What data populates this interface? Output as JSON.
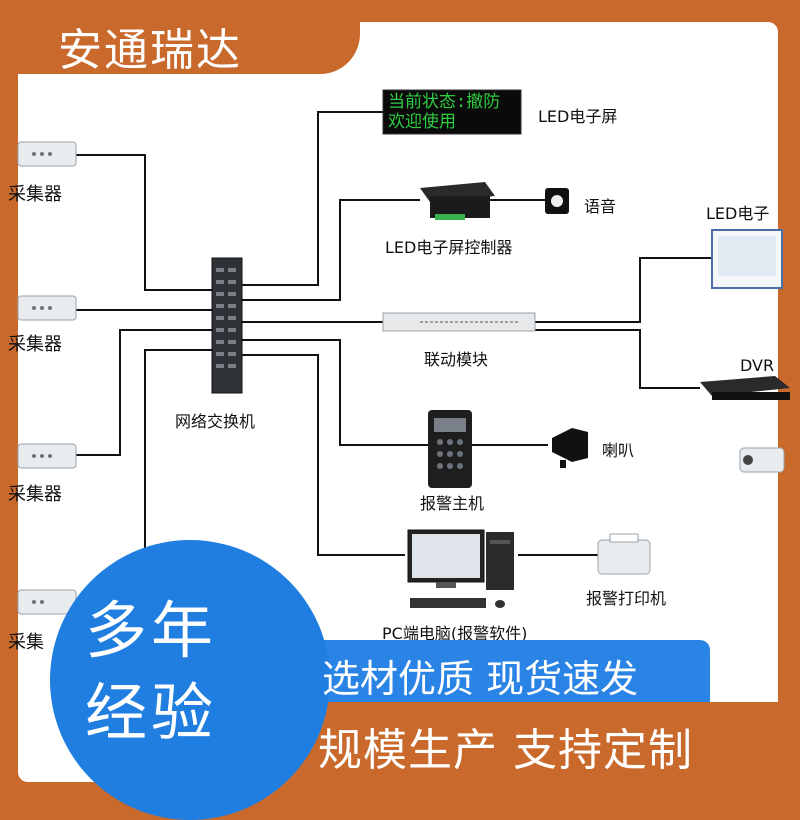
{
  "brand": "安通瑞达",
  "diagram": {
    "led_screen_display": [
      "当前状态:撤防",
      "欢迎使用"
    ],
    "labels": {
      "led_screen": "LED电子屏",
      "led_controller": "LED电子屏控制器",
      "voice": "语音",
      "led_screen_right": "LED电子",
      "linkage_module": "联动模块",
      "dvr": "DVR",
      "network_switch": "网络交换机",
      "alarm_host": "报警主机",
      "horn": "喇叭",
      "pc": "PC端电脑(报警软件)",
      "printer": "报警打印机",
      "collector_1": "采集器",
      "collector_2": "采集器",
      "collector_3": "采集器",
      "collector_4": "采集"
    }
  },
  "promo": {
    "experience": [
      "多年",
      "经验"
    ],
    "slogan_1": "选材优质 现货速发",
    "slogan_2": "规模生产 支持定制"
  },
  "colors": {
    "orange": "#c96a2c",
    "blue": "#1f7ee0",
    "led_green": "#2ecc40"
  }
}
